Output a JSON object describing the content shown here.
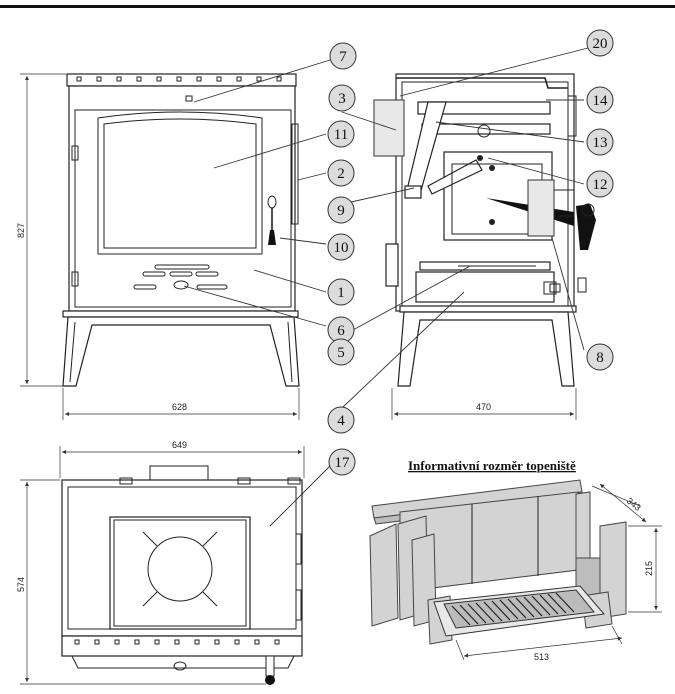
{
  "dimensions": {
    "front_height": "827",
    "front_width": "628",
    "side_depth": "470",
    "top_width": "649",
    "top_depth": "574",
    "fire_depth": "343",
    "fire_height": "215",
    "fire_width": "513"
  },
  "firebox_title": "Informativní rozměr topeniště",
  "callouts": [
    "1",
    "2",
    "3",
    "4",
    "5",
    "6",
    "7",
    "8",
    "9",
    "10",
    "11",
    "12",
    "13",
    "14",
    "17",
    "20"
  ]
}
